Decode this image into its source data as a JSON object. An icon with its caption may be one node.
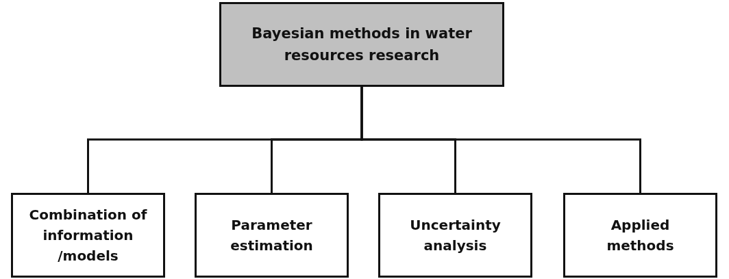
{
  "diagram": {
    "nodes": [
      {
        "text": [
          "Bayesian methods in water resources research"
        ]
      },
      {
        "text": [
          "Combination of information /models"
        ]
      },
      {
        "text": [
          "Parameter estimation"
        ]
      },
      {
        "text": [
          "Uncertainty analysis"
        ]
      },
      {
        "text": [
          "Applied methods"
        ]
      }
    ],
    "edges": [
      {
        "from": 0,
        "to": 1,
        "arrow": "none"
      },
      {
        "from": 0,
        "to": 2,
        "arrow": "none"
      },
      {
        "from": 0,
        "to": 3,
        "arrow": "none"
      },
      {
        "from": 0,
        "to": 4,
        "arrow": "none"
      }
    ]
  }
}
